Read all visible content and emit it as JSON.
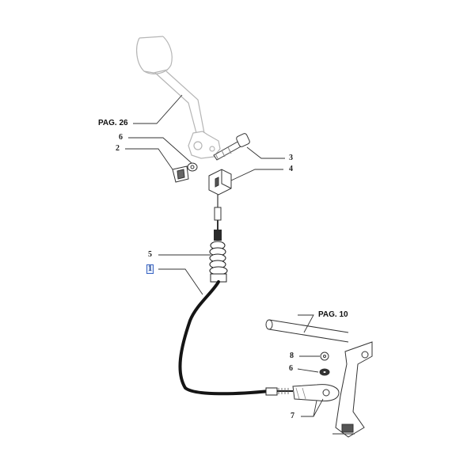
{
  "references": {
    "pag_26": "PAG. 26",
    "pag_10": "PAG. 10"
  },
  "callouts": {
    "c6_top": "6",
    "c2": "2",
    "c3": "3",
    "c4": "4",
    "c5": "5",
    "c1": "1",
    "c8": "8",
    "c6_bottom": "6",
    "c7": "7"
  },
  "colors": {
    "ghost_part": "#b5b5b5",
    "part_outline": "#333333",
    "cable": "#151515",
    "highlight": "#3b66c4"
  }
}
